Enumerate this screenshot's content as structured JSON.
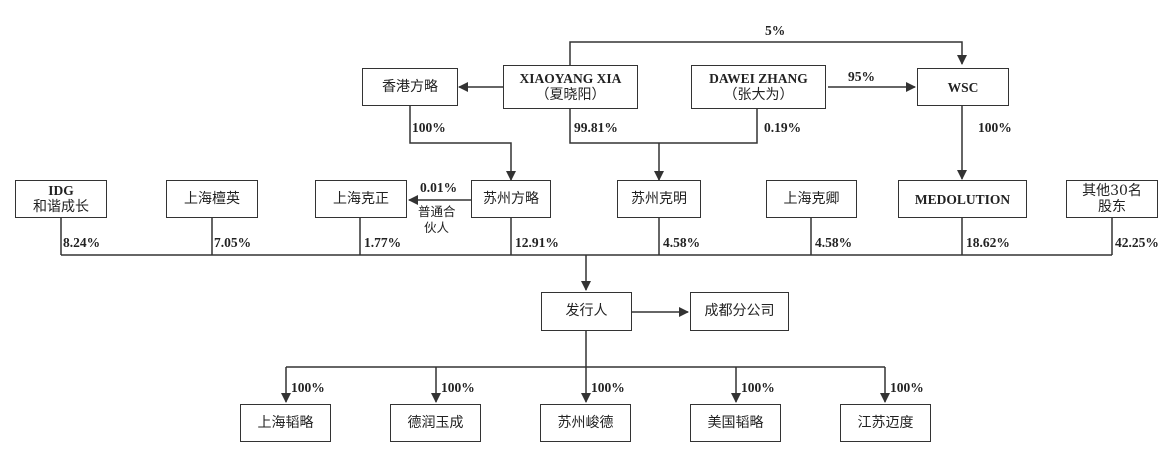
{
  "top": {
    "xia": {
      "en": "XIAOYANG XIA",
      "cn": "（夏晓阳）"
    },
    "zhang": {
      "en": "DAWEI ZHANG",
      "cn": "（张大为）"
    },
    "hk": "香港方略",
    "wsc": "WSC"
  },
  "middle": {
    "idg": {
      "line1": "IDG",
      "line2": "和谐成长"
    },
    "tanying": "上海檀英",
    "kezheng": "上海克正",
    "suzhou_fanglue": "苏州方略",
    "suzhou_keming": "苏州克明",
    "keqing": "上海克卿",
    "medolution": "MEDOLUTION",
    "others": {
      "line1": "其他30名",
      "line2": "股东"
    }
  },
  "issuer": "发行人",
  "branch": "成都分公司",
  "subsidiaries": [
    "上海韬略",
    "德润玉成",
    "苏州峻德",
    "美国韬略",
    "江苏迈度"
  ],
  "percentages": {
    "xia_to_wsc": "5%",
    "zhang_to_wsc": "95%",
    "hk_to_fanglue": "100%",
    "xia_to_keming": "99.81%",
    "zhang_to_keming": "0.19%",
    "wsc_to_medolution": "100%",
    "fanglue_to_kezheng": "0.01%",
    "gp_note_line1": "普通合",
    "gp_note_line2": "伙人",
    "idg": "8.24%",
    "tanying": "7.05%",
    "kezheng": "1.77%",
    "fanglue": "12.91%",
    "keming": "4.58%",
    "keqing": "4.58%",
    "medolution": "18.62%",
    "others": "42.25%",
    "sub_each": "100%"
  }
}
